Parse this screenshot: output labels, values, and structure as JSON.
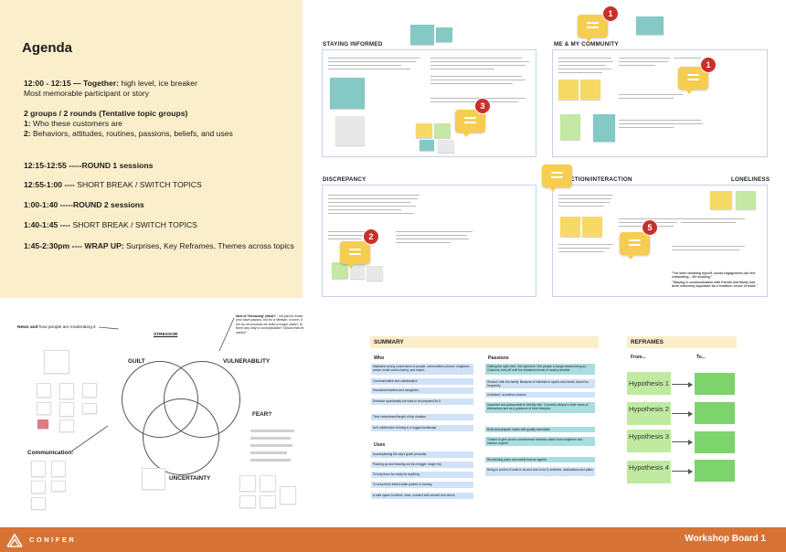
{
  "agenda": {
    "title": "Agenda",
    "item1_time": "12:00 - 12:15 — Together:",
    "item1_rest": " high level, ice breaker",
    "item1_line2": "Most memorable participant or story",
    "groups_head": "2 groups / 2 rounds (Tentative topic groups)",
    "groups_1_num": "1:",
    "groups_1_text": " Who these customers are",
    "groups_2_num": "2:",
    "groups_2_text": " Behaviors, attitudes, routines, passions, beliefs, and uses",
    "round1": "12:15-12:55 -----ROUND 1 sessions",
    "break1_time": "12:55-1:00 ----",
    "break1_text": " SHORT BREAK / SWITCH TOPICS",
    "round2": "1:00-1:40 -----ROUND 2 sessions",
    "break2_time": "1:40-1:45 ----",
    "break2_text": " SHORT BREAK / SWITCH TOPICS",
    "wrap_time": "1:45-2:30pm ---- WRAP UP:",
    "wrap_text": " Surprises, Key Reframes, Themes across topics"
  },
  "sections": {
    "staying_informed": "STAYING INFORMED",
    "me_community": "ME & MY COMMUNITY",
    "discrepancy": "DISCREPANCY",
    "connection": "CTION/INTERACTION",
    "loneliness": "LONELINESS"
  },
  "comment_badges": [
    "1",
    "1",
    "3",
    "2",
    "5"
  ],
  "loneliness_quotes": [
    "\"I've been isolating myself, social engagement can feel exhausting – life sucking.\"",
    "\"Staying in communication with friends and family has been extremely important for a healthier sense of mind.\""
  ],
  "lower": {
    "news_bold": "News and",
    "news_rest": " how people are moderating it",
    "stressor": "STRESSOR",
    "idea_bold": "Idea of 'thesaving' (what?",
    "idea_rest": " - not just for those who have passed, but for a lifestyle, a norm, if we do not process we build a longer wake? Is there any way to conceptualize? Would that be useful?",
    "guilt": "GUILT",
    "vulnerability": "VULNERABILITY",
    "fear": "FEAR?",
    "uncertainty": "UNCERTAINTY",
    "communication": "Communication:"
  },
  "summary": {
    "title": "SUMMARY",
    "who_head": "Who",
    "passions_head": "Passions",
    "uses_head": "Uses",
    "who": [
      "Maintains strong connections to people, communities (church, neighbors and/or email social circles), and nature",
      "Communicative and collaborative",
      "Household leaders and caregivers",
      "Embrace spontaneity but want to be prepared for it",
      "Time commitment/length of trip duration",
      "Isn't unobtrusive to living in a rugged landscape"
    ],
    "passions": [
      "Getting the right view / the right time / the people in range means being so. Outdoors, best off until the sustained sense of nearby weather",
      "Shared / with the family. Because of interests in sports and hands. traced so frequently",
      "Unlimited / seamless choices",
      "Important and pleasurable to identify with. Connects deeply to their views of themselves and as a guidance of their lifestyles",
      "Build and prepare meals with quality essentials",
      "Trusted to give proven convenience solutions aided from neighbors and mission experts",
      "Rechecking plans and meets that we agreed",
      "Being in control of what to do and how to do it, activities, destinations and plans"
    ],
    "uses": [
      "Accomplishing the day's goals (errands)",
      "Packing up and heading out for a bigger, longer trip",
      "To help them be ready for anything",
      "To keep them fueled while parked or moving",
      "A safe space to reflect, relax, connect with oneself and others"
    ]
  },
  "reframes": {
    "title": "REFRAMES",
    "from": "From...",
    "to": "To...",
    "hypotheses": [
      "Hypothesis 1",
      "Hypothesis 2",
      "Hypothesis 3",
      "Hypothesis 4"
    ]
  },
  "footer": {
    "brand": "CONIFER",
    "board": "Workshop Board 1"
  },
  "colors": {
    "agenda_bg": "#fbeecb",
    "footer": "#d67335",
    "sticky_yellow": "#f7da65",
    "sticky_teal": "#84c9c4",
    "sticky_green": "#c5e8a5",
    "badge_red": "#c9302c",
    "hypothesis_green": "#bfeaa0"
  }
}
